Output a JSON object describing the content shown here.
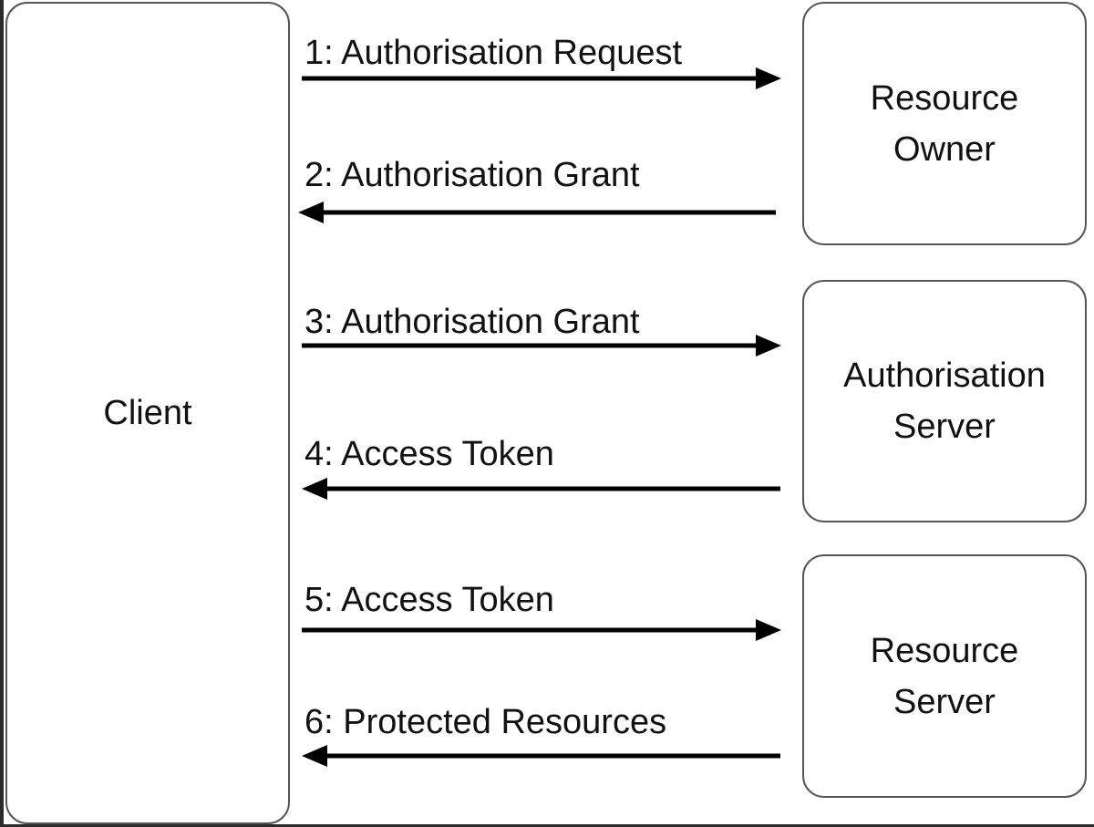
{
  "participants": {
    "client": "Client",
    "resource_owner": "Resource\nOwner",
    "authorisation_server": "Authorisation\nServer",
    "resource_server": "Resource\nServer"
  },
  "messages": [
    {
      "label": "1: Authorisation Request",
      "direction": "right"
    },
    {
      "label": "2: Authorisation Grant",
      "direction": "left"
    },
    {
      "label": "3: Authorisation Grant",
      "direction": "right"
    },
    {
      "label": "4: Access Token",
      "direction": "left"
    },
    {
      "label": "5: Access Token",
      "direction": "right"
    },
    {
      "label": "6: Protected Resources",
      "direction": "left"
    }
  ],
  "colors": {
    "stroke": "#000000",
    "box_border": "#555555",
    "frame": "#2b2b2b"
  }
}
